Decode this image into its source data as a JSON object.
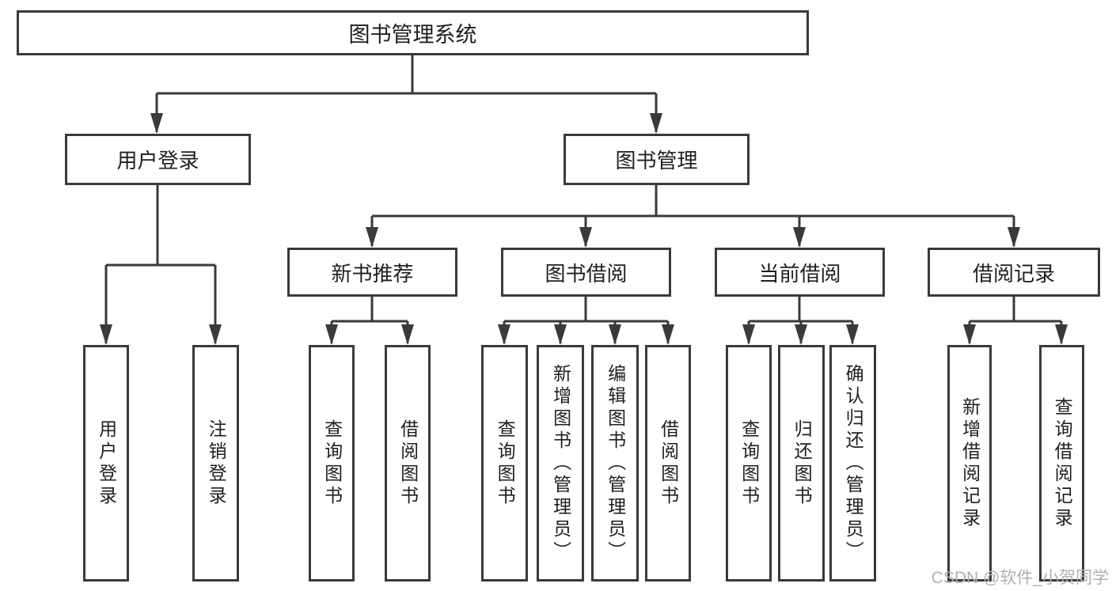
{
  "diagram": {
    "root": "图书管理系统",
    "branches": [
      {
        "label": "用户登录",
        "children": [
          "用户登录",
          "注销登录"
        ]
      },
      {
        "label": "图书管理",
        "sections": [
          {
            "label": "新书推荐",
            "children": [
              "查询图书",
              "借阅图书"
            ]
          },
          {
            "label": "图书借阅",
            "children": [
              "查询图书",
              "新增图书（管理员）",
              "编辑图书（管理员）",
              "借阅图书"
            ]
          },
          {
            "label": "当前借阅",
            "children": [
              "查询图书",
              "归还图书",
              "确认归还（管理员）"
            ]
          },
          {
            "label": "借阅记录",
            "children": [
              "新增借阅记录",
              "查询借阅记录"
            ]
          }
        ]
      }
    ]
  },
  "watermark": {
    "text": "CSDN @软件_小贺同学"
  },
  "colors": {
    "line": "#3a3a3a",
    "text": "#1f1f1f",
    "watermark": "#b0b0b0",
    "background": "#ffffff"
  }
}
